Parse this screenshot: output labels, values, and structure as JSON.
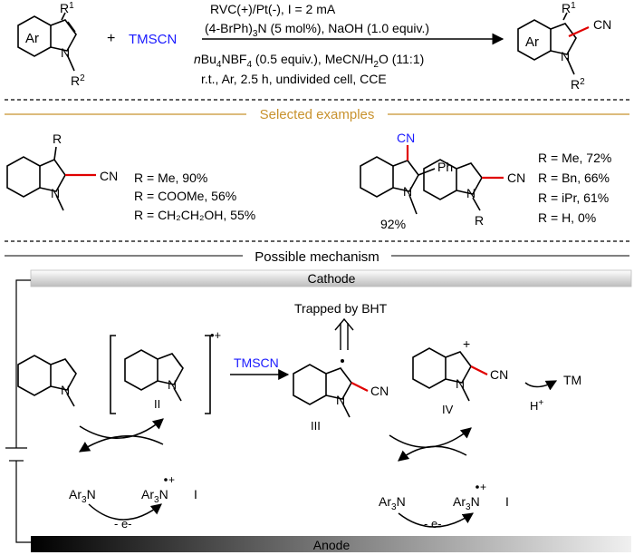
{
  "scheme": {
    "substrate_r1": "R",
    "substrate_r1_sup": "1",
    "substrate_r2": "R",
    "substrate_r2_sup": "2",
    "ar": "Ar",
    "plus": "+",
    "reagent": "TMSCN",
    "conditions_line1": "RVC(+)/Pt(-), I = 2 mA",
    "conditions_line2_a": "(4-BrPh)",
    "conditions_line2_sub": "3",
    "conditions_line2_b": "N (5 mol%), NaOH (1.0 equiv.)",
    "conditions_line3_italic": "n",
    "conditions_line3_a": "Bu",
    "conditions_line3_sub1": "4",
    "conditions_line3_b": "NBF",
    "conditions_line3_sub2": "4",
    "conditions_line3_c": " (0.5 equiv.), MeCN/H",
    "conditions_line3_sub3": "2",
    "conditions_line3_d": "O (11:1)",
    "conditions_line4": "r.t., Ar, 2.5 h, undivided cell, CCE",
    "product_cn": "CN"
  },
  "examples": {
    "header": "Selected examples",
    "ex1": {
      "r": "R",
      "cn": "CN",
      "lines": [
        "R = Me, 90%",
        "R = COOMe, 56%",
        "R = CH₂CH₂OH, 55%"
      ]
    },
    "ex2": {
      "cn": "CN",
      "ph": "Ph",
      "n": "N",
      "yield": "92%"
    },
    "ex3": {
      "cn": "CN",
      "r": "R",
      "lines": [
        "R = Me, 72%",
        "R = Bn, 66%",
        "R = iPr, 61%",
        "R = H, 0%"
      ]
    }
  },
  "mechanism": {
    "header": "Possible mechanism",
    "cathode": "Cathode",
    "anode": "Anode",
    "trapped": "Trapped by BHT",
    "reagent": "TMSCN",
    "label_II": "II",
    "label_III": "III",
    "label_IV": "IV",
    "label_I": "I",
    "cn": "CN",
    "tm": "TM",
    "proton": "H",
    "radical_cation": "•+",
    "electron": "- e-",
    "ar3n": "Ar",
    "sub3": "3",
    "n": "N",
    "plus": "+"
  },
  "colors": {
    "accent_orange": "#c8922e",
    "reagent_blue": "#1a1aff",
    "bond_red": "#e00000"
  }
}
